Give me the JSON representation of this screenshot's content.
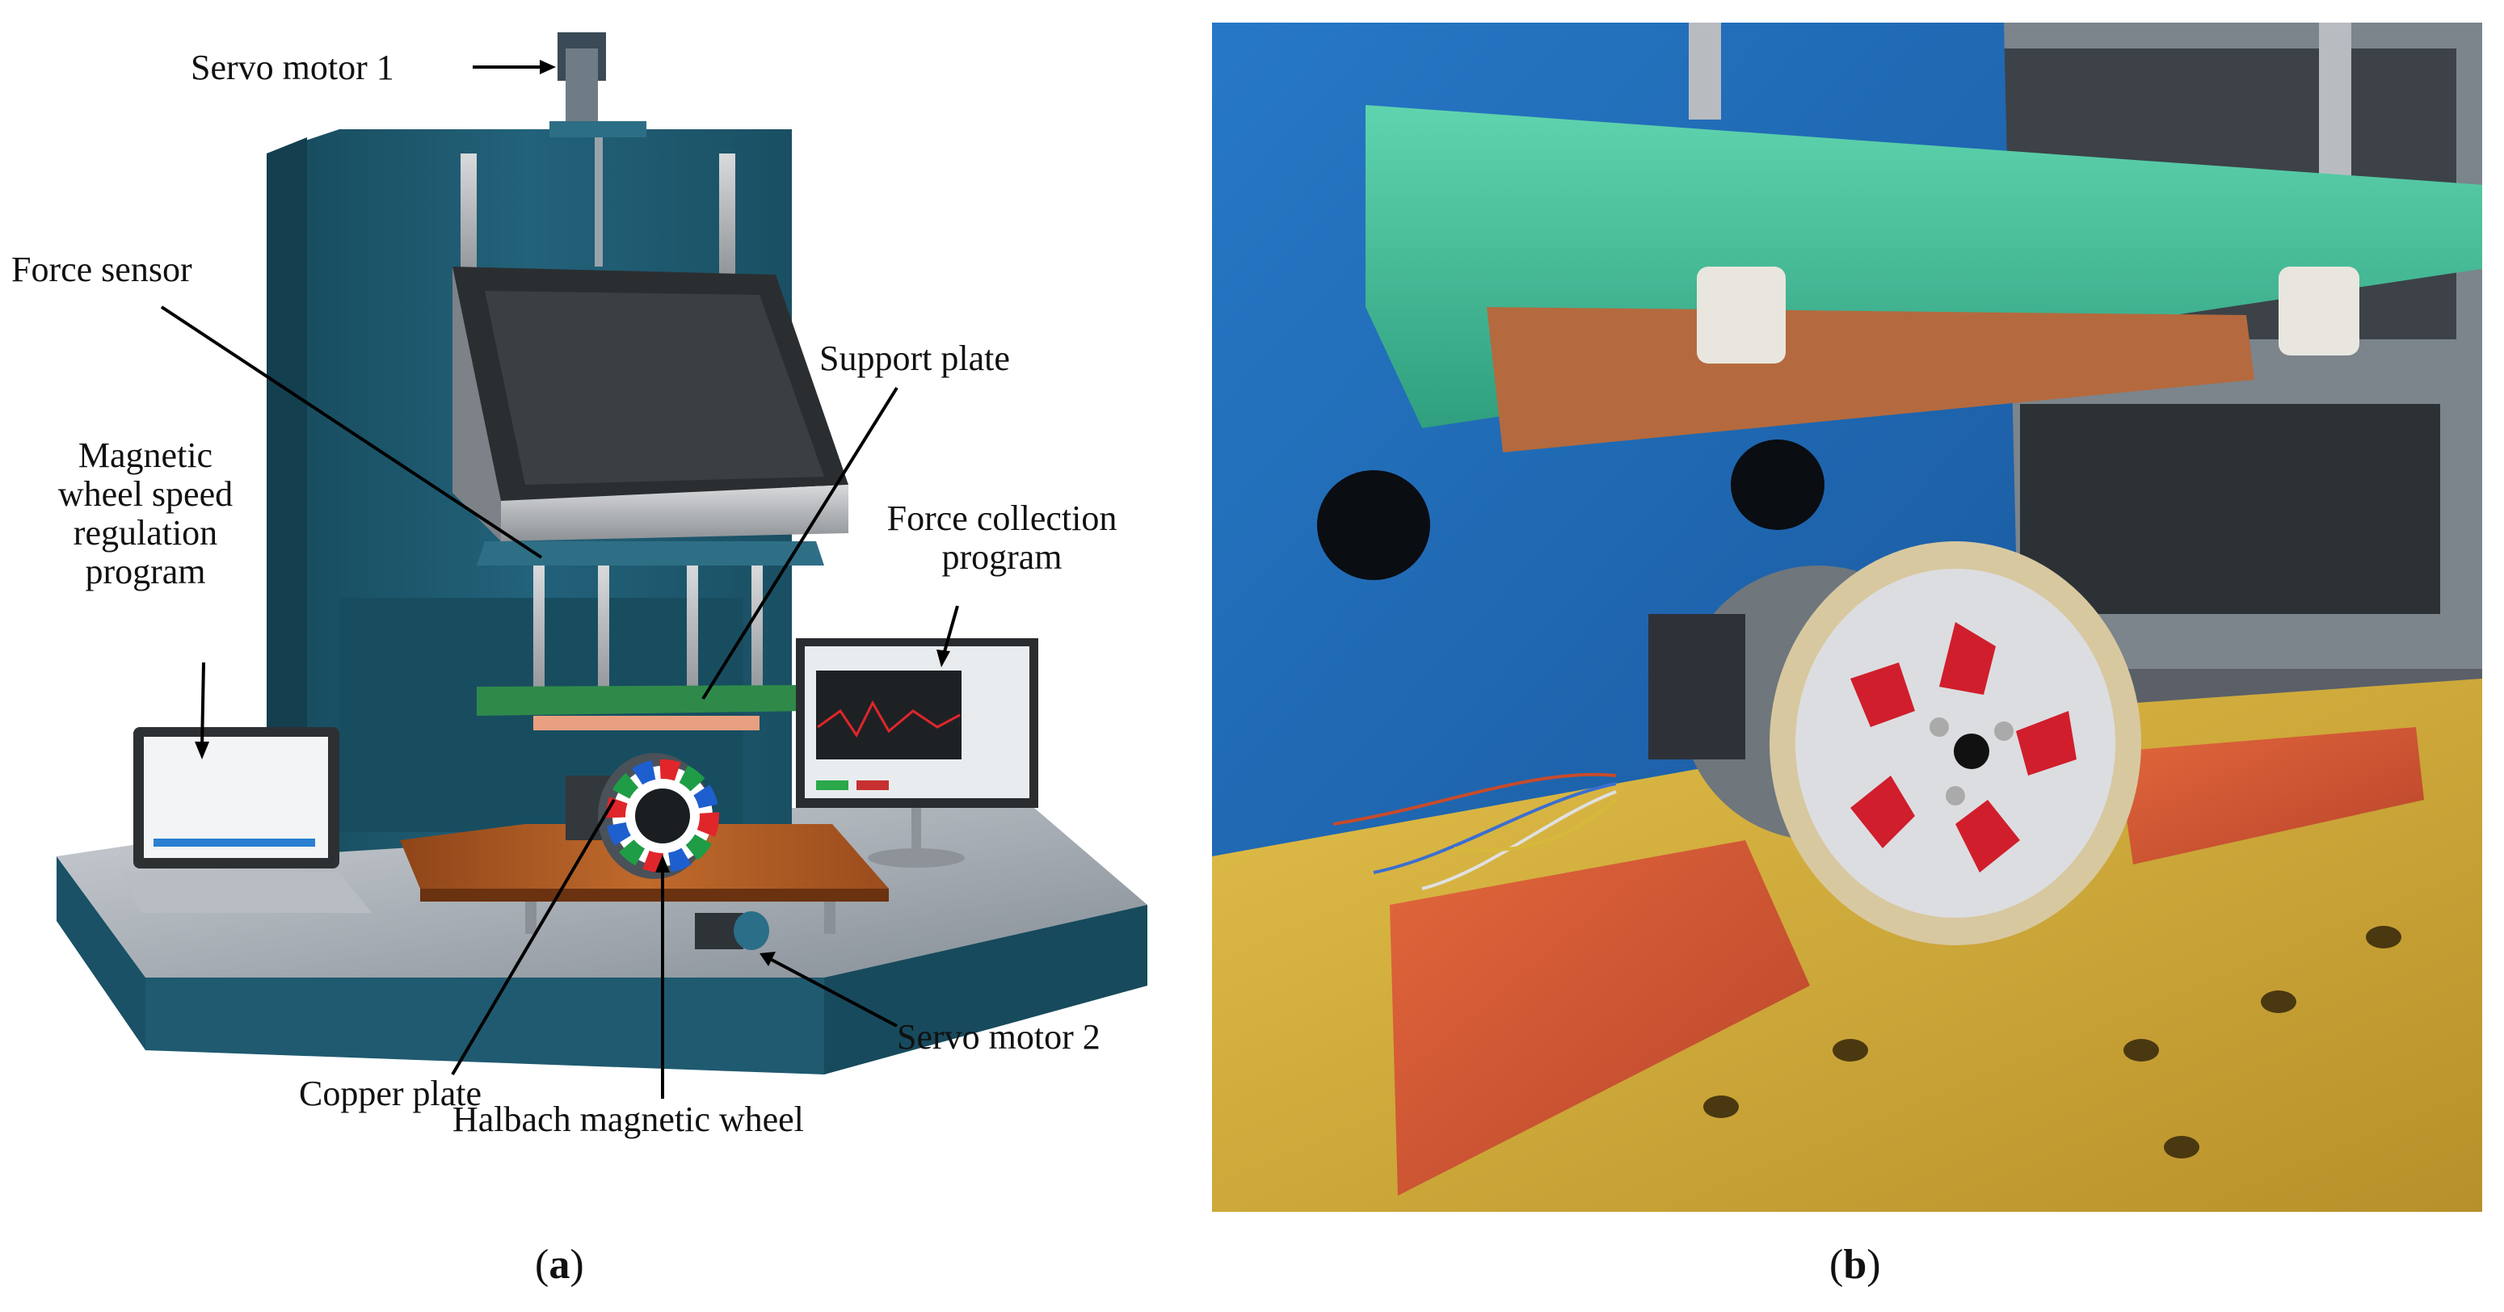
{
  "panel_a": {
    "labels": {
      "servo_motor_1": "Servo motor 1",
      "force_sensor": "Force sensor",
      "support_plate": "Support plate",
      "magnetic_wheel_speed": [
        "Magnetic",
        "wheel speed",
        "regulation",
        "program"
      ],
      "force_collection": [
        "Force collection",
        "program"
      ],
      "copper_plate": "Copper plate",
      "halbach_wheel": "Halbach magnetic wheel",
      "servo_motor_2": "Servo motor 2"
    },
    "caption": "a"
  },
  "panel_b": {
    "caption": "b"
  },
  "colors": {
    "frame_blue": "#1f5a70",
    "base_grey": "#8f98a0",
    "green_plate": "#2f8a4a",
    "copper": "#e8a080",
    "wood": "#b05a24",
    "blue_wall": "#1f6fc0",
    "green_acrylic": "#3fc09a",
    "red_board": "#d2572e",
    "yellow_board": "#d8b23a",
    "magnet_red": "#d01e2c"
  }
}
